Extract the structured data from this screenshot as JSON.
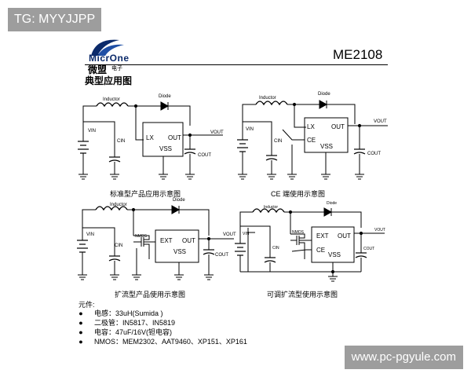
{
  "watermark_top": "TG: MYYJJPP",
  "watermark_bottom": "www.pc-pgyule.com",
  "logo": {
    "text": "MicrOne",
    "cn": "微盟",
    "cn_small": "电子"
  },
  "model": "ME2108",
  "section_title": "典型应用图",
  "circuits": [
    {
      "caption": "标准型产品应用示意图",
      "labels": {
        "inductor": "Inductor",
        "diode": "Diode",
        "vin": "VIN",
        "cin": "CIN",
        "vout": "VOUT",
        "cout": "COUT",
        "lx": "LX",
        "out": "OUT",
        "vss": "VSS"
      }
    },
    {
      "caption": "CE 端使用示意图",
      "labels": {
        "inductor": "Inductor",
        "diode": "Diode",
        "vin": "VIN",
        "cin": "CIN",
        "vout": "VOUT",
        "cout": "COUT",
        "lx": "LX",
        "out": "OUT",
        "ce": "CE",
        "vss": "VSS"
      }
    },
    {
      "caption": "扩流型产品使用示意图",
      "labels": {
        "inductor": "Inductor",
        "diode": "Diode",
        "vin": "VIN",
        "cin": "CIN",
        "vout": "VOUT",
        "cout": "COUT",
        "nmos": "NMOS",
        "ext": "EXT",
        "out": "OUT",
        "vss": "VSS"
      }
    },
    {
      "caption": "可调扩流型使用示意图",
      "labels": {
        "inductor": "Inductor",
        "diode": "Diode",
        "vin": "VIN",
        "cin": "CIN",
        "vout": "VOUT",
        "cout": "COUT",
        "nmos": "NMOS",
        "ext": "EXT",
        "out": "OUT",
        "ce": "CE",
        "vss": "VSS"
      }
    }
  ],
  "components_title": "元件:",
  "components": [
    "电感：33uH(Sumida )",
    "二极管：IN5817、IN5819",
    "电容：47uF/16V(钽电容)",
    "NMOS：MEM2302、AAT9460、XP151、XP161"
  ]
}
